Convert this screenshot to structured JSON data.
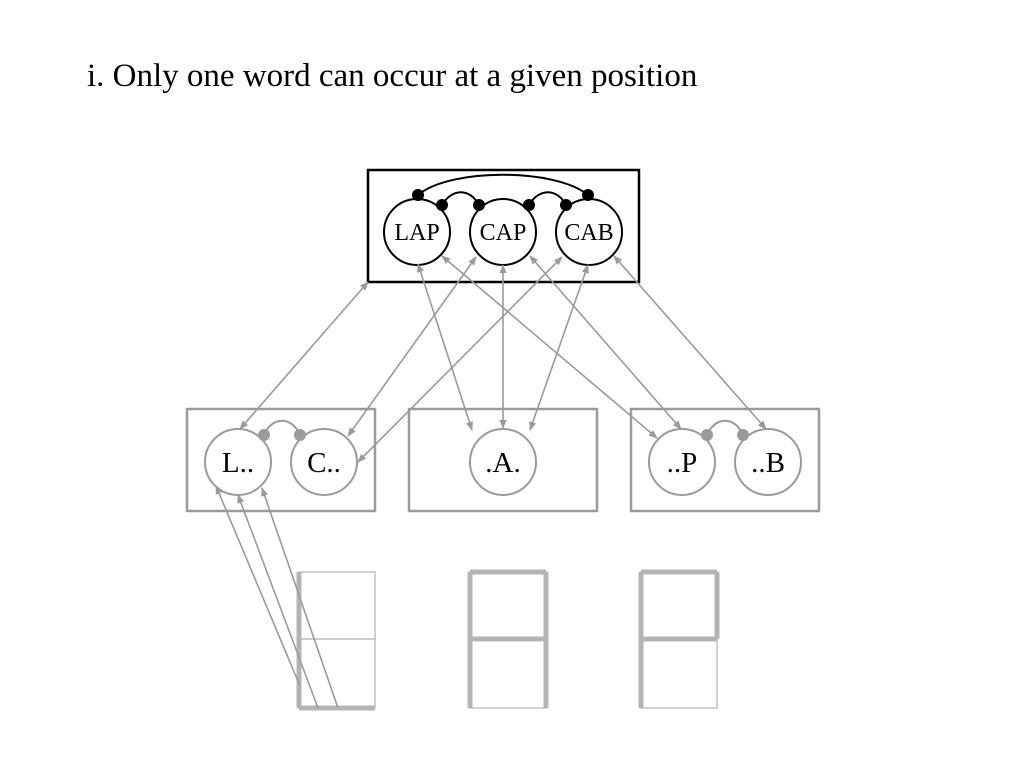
{
  "slide": {
    "title": "i. Only one word can occur at a given position"
  },
  "word_layer": {
    "words": [
      "LAP",
      "CAP",
      "CAB"
    ]
  },
  "letter_layer": {
    "position_1": [
      "L..",
      "C.."
    ],
    "position_2": [
      ".A."
    ],
    "position_3": [
      "..P",
      "..B"
    ]
  },
  "colors": {
    "word_layer": "#000000",
    "letter_layer": "#9a9a9a",
    "feature_layer": "#9a9a9a"
  }
}
